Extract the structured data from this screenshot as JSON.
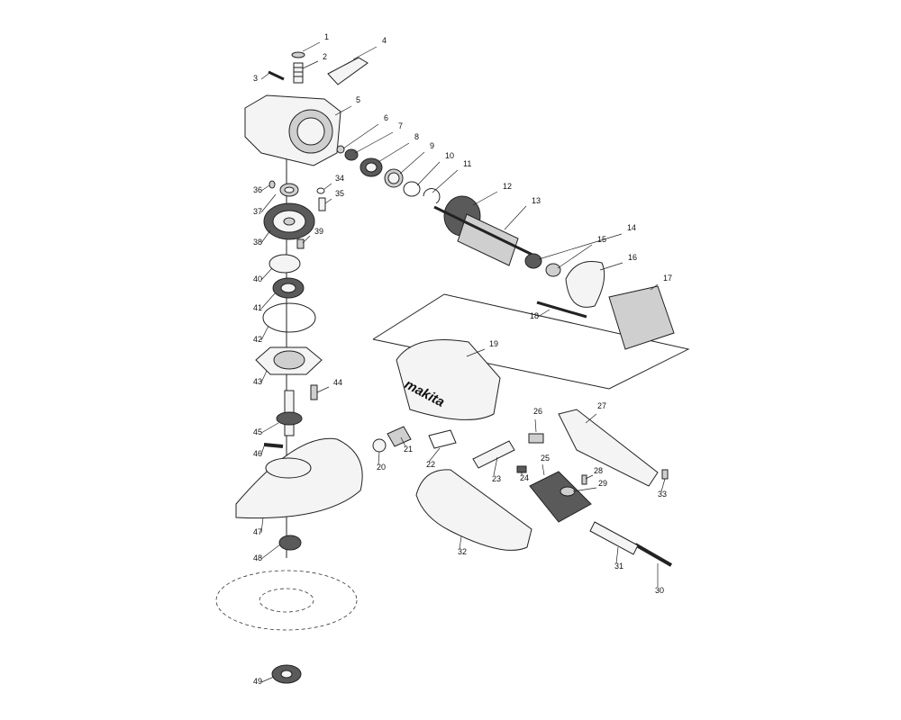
{
  "diagram": {
    "brand_text": "makita",
    "parts": [
      {
        "n": "1"
      },
      {
        "n": "2"
      },
      {
        "n": "3"
      },
      {
        "n": "4"
      },
      {
        "n": "5"
      },
      {
        "n": "6"
      },
      {
        "n": "7"
      },
      {
        "n": "8"
      },
      {
        "n": "9"
      },
      {
        "n": "10"
      },
      {
        "n": "11"
      },
      {
        "n": "12"
      },
      {
        "n": "13"
      },
      {
        "n": "14"
      },
      {
        "n": "15"
      },
      {
        "n": "16"
      },
      {
        "n": "17"
      },
      {
        "n": "18"
      },
      {
        "n": "19"
      },
      {
        "n": "20"
      },
      {
        "n": "21"
      },
      {
        "n": "22"
      },
      {
        "n": "23"
      },
      {
        "n": "24"
      },
      {
        "n": "25"
      },
      {
        "n": "26"
      },
      {
        "n": "27"
      },
      {
        "n": "28"
      },
      {
        "n": "29"
      },
      {
        "n": "30"
      },
      {
        "n": "31"
      },
      {
        "n": "32"
      },
      {
        "n": "33"
      },
      {
        "n": "34"
      },
      {
        "n": "35"
      },
      {
        "n": "36"
      },
      {
        "n": "37"
      },
      {
        "n": "38"
      },
      {
        "n": "39"
      },
      {
        "n": "40"
      },
      {
        "n": "41"
      },
      {
        "n": "42"
      },
      {
        "n": "43"
      },
      {
        "n": "44"
      },
      {
        "n": "45"
      },
      {
        "n": "46"
      },
      {
        "n": "47"
      },
      {
        "n": "48"
      },
      {
        "n": "49"
      }
    ]
  }
}
